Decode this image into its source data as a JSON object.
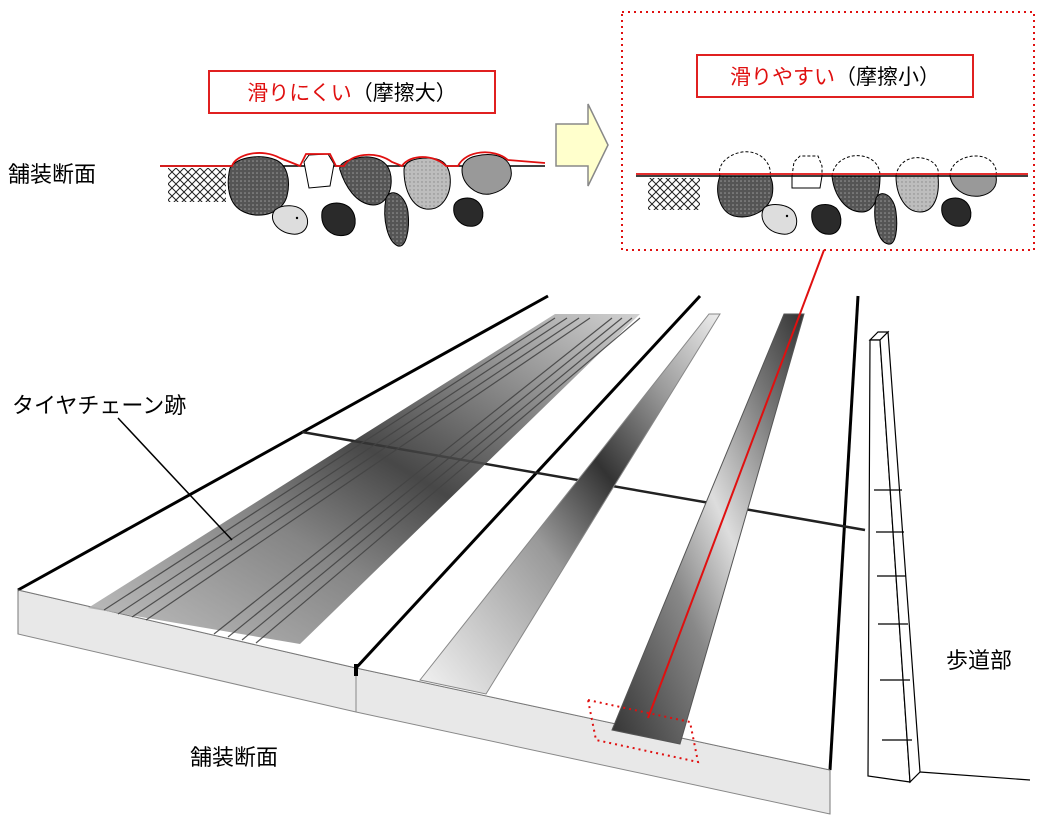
{
  "labels": {
    "cross_section_top": "舗装断面",
    "cross_section_bottom": "舗装断面",
    "tire_chain_marks": "タイヤチェーン跡",
    "sidewalk": "歩道部"
  },
  "before_box": {
    "main": "滑りにくい",
    "paren": "（摩擦大）"
  },
  "after_box": {
    "main": "滑りやすい",
    "paren": "（摩擦小）"
  },
  "colors": {
    "accent_red": "#e01010",
    "arrow_fill": "#ffffcc",
    "stone_dark": "#3a3a3a",
    "stone_light": "#dcdcdc",
    "road_side": "#e8e8e8"
  }
}
